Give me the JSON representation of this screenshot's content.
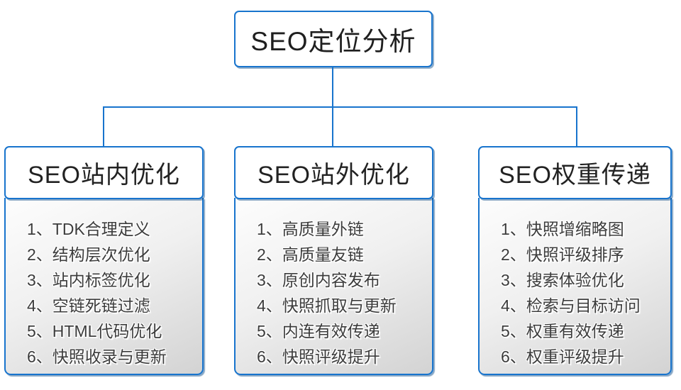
{
  "root": {
    "title": "SEO定位分析"
  },
  "branches": [
    {
      "title": "SEO站内优化",
      "items": [
        "1、TDK合理定义",
        "2、结构层次优化",
        "3、站内标签优化",
        "4、空链死链过滤",
        "5、HTML代码优化",
        "6、快照收录与更新"
      ]
    },
    {
      "title": "SEO站外优化",
      "items": [
        "1、高质量外链",
        "2、高质量友链",
        "3、原创内容发布",
        "4、快照抓取与更新",
        "5、内连有效传递",
        "6、快照评级提升"
      ]
    },
    {
      "title": "SEO权重传递",
      "items": [
        "1、快照增缩略图",
        "2、快照评级排序",
        "3、搜索体验优化",
        "4、检索与目标访问",
        "5、权重有效传递",
        "6、权重评级提升"
      ]
    }
  ],
  "colors": {
    "border_blue": "#1874CD",
    "text_dark": "#222222",
    "item_text": "#3c3c3c",
    "body_gradient_start": "#fdfdfd",
    "body_gradient_end": "#d3d3d3"
  }
}
